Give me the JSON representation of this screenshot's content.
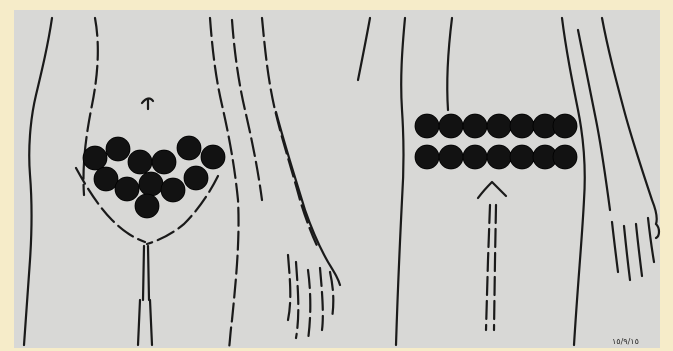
{
  "figure": {
    "caption": "١٥/٩/١٥",
    "background_color": "#d8d8d6",
    "frame_color": "#f6ecc9",
    "ink_color": "#1a1a1a"
  },
  "left_diagram": {
    "name": "female-abdomen-field",
    "dot_count": 12,
    "dots": [
      {
        "row": 1,
        "index": 1
      },
      {
        "row": 1,
        "index": 2
      },
      {
        "row": 1,
        "index": 3
      },
      {
        "row": 1,
        "index": 4
      },
      {
        "row": 1,
        "index": 5
      },
      {
        "row": 1,
        "index": 6
      },
      {
        "row": 2,
        "index": 1
      },
      {
        "row": 2,
        "index": 2
      },
      {
        "row": 2,
        "index": 3
      },
      {
        "row": 2,
        "index": 4
      },
      {
        "row": 2,
        "index": 5
      },
      {
        "row": 3,
        "index": 1
      }
    ]
  },
  "right_diagram": {
    "name": "male-abdomen-field",
    "dot_count": 14,
    "rows": 2,
    "columns": 7
  }
}
